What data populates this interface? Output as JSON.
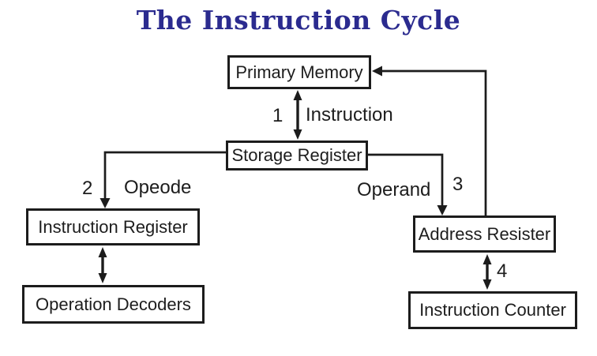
{
  "title": {
    "text": "The Instruction Cycle"
  },
  "nodes": [
    {
      "id": "primary-memory",
      "label": "Primary Memory"
    },
    {
      "id": "storage-register",
      "label": "Storage Register"
    },
    {
      "id": "instruction-register",
      "label": "Instruction Register"
    },
    {
      "id": "operation-decoders",
      "label": "Operation Decoders"
    },
    {
      "id": "address-register",
      "label": "Address Resister"
    },
    {
      "id": "instruction-counter",
      "label": "Instruction Counter"
    }
  ],
  "edge_labels": {
    "step1_number": "1",
    "step1_text": "Instruction",
    "step2_number": "2",
    "step2_text": "Opeode",
    "step3_number": "3",
    "step3_text": "Operand",
    "step4_number": "4"
  },
  "edges": [
    {
      "from": "primary-memory",
      "to": "storage-register",
      "direction": "bidirectional",
      "step": "1",
      "label": "Instruction"
    },
    {
      "from": "storage-register",
      "to": "instruction-register",
      "direction": "one-way",
      "step": "2",
      "label": "Opeode"
    },
    {
      "from": "storage-register",
      "to": "address-register",
      "direction": "one-way",
      "step": "3",
      "label": "Operand"
    },
    {
      "from": "address-register",
      "to": "primary-memory",
      "direction": "one-way"
    },
    {
      "from": "instruction-register",
      "to": "operation-decoders",
      "direction": "bidirectional"
    },
    {
      "from": "address-register",
      "to": "instruction-counter",
      "direction": "bidirectional",
      "step": "4"
    }
  ],
  "colors": {
    "title": "#2b2b8f",
    "line": "#1c1c1c",
    "box_border": "#1c1c1c",
    "text": "#1d1d1d",
    "background": "#ffffff"
  }
}
